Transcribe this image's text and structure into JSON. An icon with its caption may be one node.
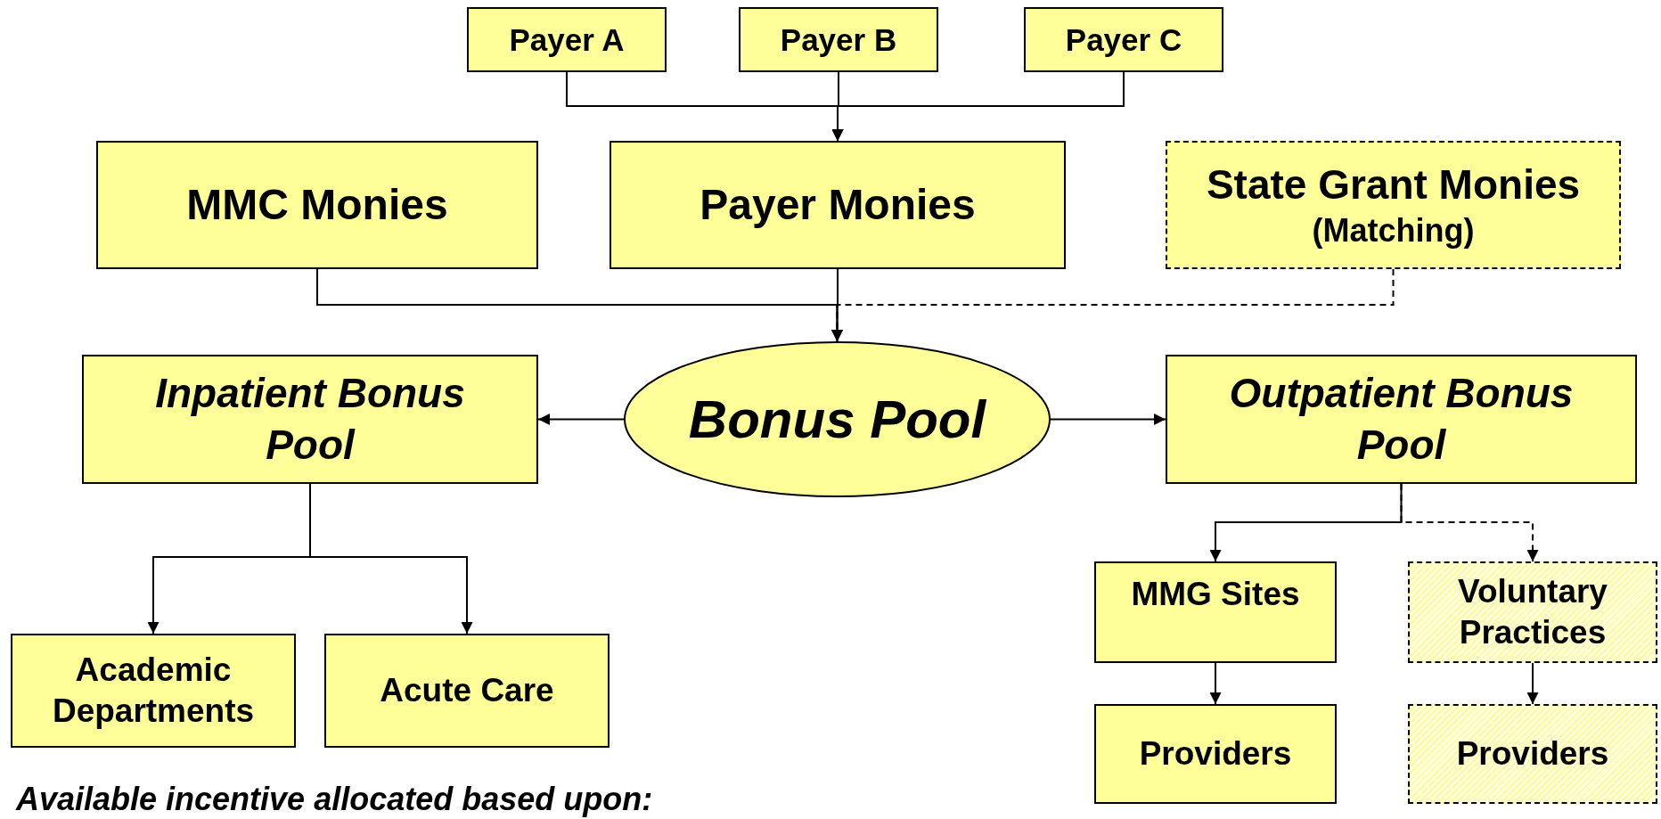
{
  "diagram": {
    "nodes": [
      {
        "text": [
          "Payer A"
        ]
      },
      {
        "text": [
          "Payer B"
        ]
      },
      {
        "text": [
          "Payer C"
        ]
      },
      {
        "text": [
          "MMC Monies"
        ]
      },
      {
        "text": [
          "Payer Monies"
        ]
      },
      {
        "text": [
          "State Grant Monies",
          "(Matching)"
        ]
      },
      {
        "text": [
          "Bonus Pool"
        ]
      },
      {
        "text": [
          "Inpatient Bonus Pool"
        ]
      },
      {
        "text": [
          "Outpatient Bonus Pool"
        ]
      },
      {
        "text": [
          "Academic Departments"
        ]
      },
      {
        "text": [
          "Acute Care"
        ]
      },
      {
        "text": [
          "MMG Sites"
        ]
      },
      {
        "text": [
          "Voluntary Practices"
        ]
      },
      {
        "text": [
          "Providers"
        ]
      },
      {
        "text": [
          "Providers"
        ]
      }
    ],
    "edges": [
      {
        "from": 0,
        "to": 4,
        "arrow": "to"
      },
      {
        "from": 1,
        "to": 4,
        "arrow": "to"
      },
      {
        "from": 2,
        "to": 4,
        "arrow": "to"
      },
      {
        "from": 3,
        "to": 6,
        "arrow": "to"
      },
      {
        "from": 4,
        "to": 6,
        "arrow": "to"
      },
      {
        "from": 5,
        "to": 6,
        "arrow": "to",
        "style": "dashed"
      },
      {
        "from": 6,
        "to": 7,
        "arrow": "to"
      },
      {
        "from": 6,
        "to": 8,
        "arrow": "to"
      },
      {
        "from": 7,
        "to": 9,
        "arrow": "to"
      },
      {
        "from": 7,
        "to": 10,
        "arrow": "to"
      },
      {
        "from": 8,
        "to": 11,
        "arrow": "to"
      },
      {
        "from": 8,
        "to": 12,
        "arrow": "to",
        "style": "dashed"
      },
      {
        "from": 11,
        "to": 13,
        "arrow": "to"
      },
      {
        "from": 12,
        "to": 14,
        "arrow": "to"
      }
    ],
    "labels": [
      "Available incentive allocated based upon:"
    ]
  }
}
